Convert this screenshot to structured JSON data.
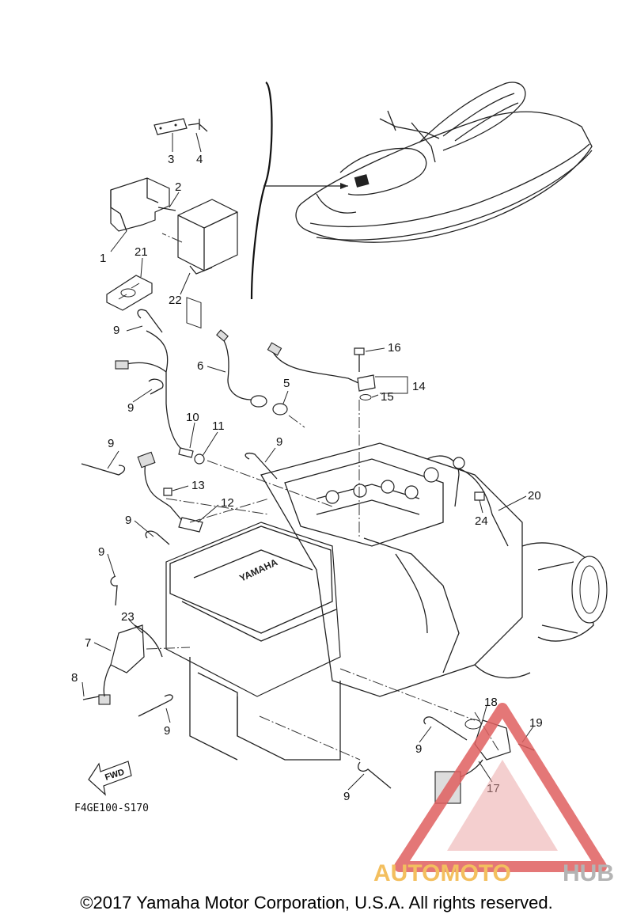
{
  "diagram": {
    "part_code": "F4GE100-S170",
    "direction_label": "FWD",
    "callouts": [
      {
        "id": "c1",
        "text": "1"
      },
      {
        "id": "c2",
        "text": "2"
      },
      {
        "id": "c3",
        "text": "3"
      },
      {
        "id": "c4",
        "text": "4"
      },
      {
        "id": "c21",
        "text": "21"
      },
      {
        "id": "c22",
        "text": "22"
      },
      {
        "id": "c9a",
        "text": "9"
      },
      {
        "id": "c9b",
        "text": "9"
      },
      {
        "id": "c9c",
        "text": "9"
      },
      {
        "id": "c9d",
        "text": "9"
      },
      {
        "id": "c9e",
        "text": "9"
      },
      {
        "id": "c9f",
        "text": "9"
      },
      {
        "id": "c9g",
        "text": "9"
      },
      {
        "id": "c9h",
        "text": "9"
      },
      {
        "id": "c9i",
        "text": "9"
      },
      {
        "id": "c6",
        "text": "6"
      },
      {
        "id": "c16",
        "text": "16"
      },
      {
        "id": "c5",
        "text": "5"
      },
      {
        "id": "c14",
        "text": "14"
      },
      {
        "id": "c15",
        "text": "15"
      },
      {
        "id": "c10",
        "text": "10"
      },
      {
        "id": "c11",
        "text": "11"
      },
      {
        "id": "c13",
        "text": "13"
      },
      {
        "id": "c12",
        "text": "12"
      },
      {
        "id": "c20",
        "text": "20"
      },
      {
        "id": "c24",
        "text": "24"
      },
      {
        "id": "c23",
        "text": "23"
      },
      {
        "id": "c7",
        "text": "7"
      },
      {
        "id": "c8",
        "text": "8"
      },
      {
        "id": "c18",
        "text": "18"
      },
      {
        "id": "c19",
        "text": "19"
      },
      {
        "id": "c17",
        "text": "17"
      }
    ]
  },
  "watermark": {
    "part1": "AUTOMOTO",
    "part2": "HUB",
    "color1": "#f2b544",
    "color2": "#a8a8a8",
    "triangle_color": "#e06060"
  },
  "footer": {
    "copyright": "©2017 Yamaha Motor Corporation, U.S.A. All rights reserved."
  }
}
